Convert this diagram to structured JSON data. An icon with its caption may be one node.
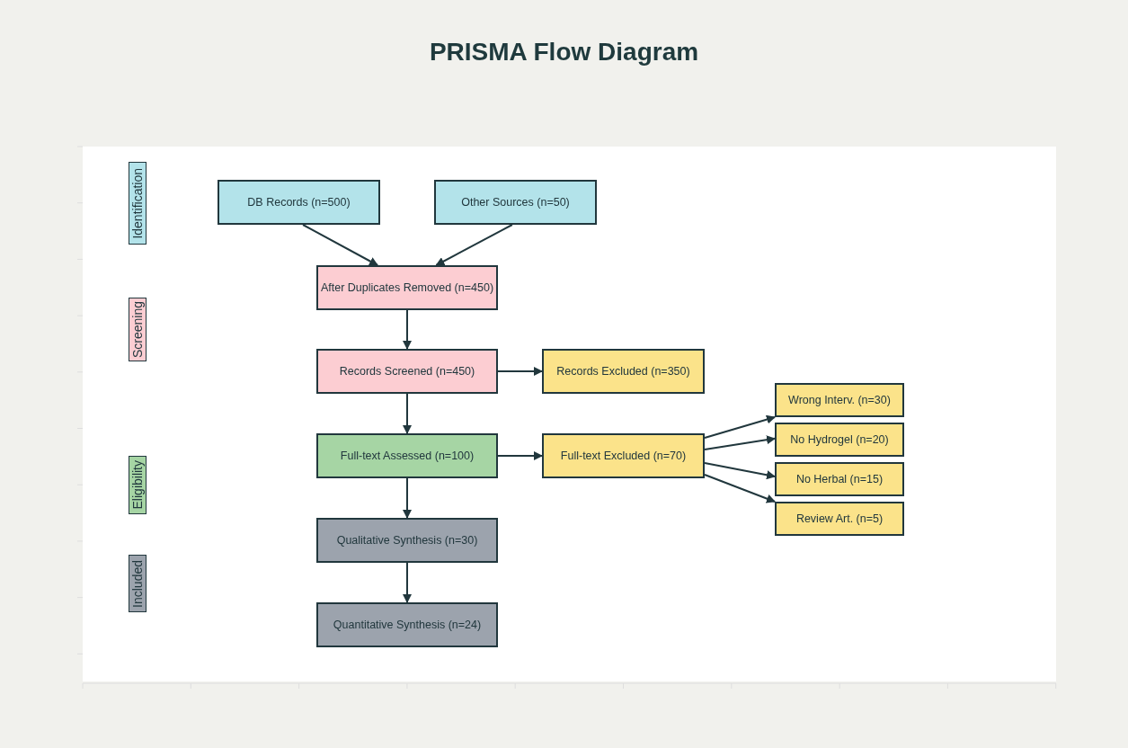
{
  "diagram": {
    "title": "PRISMA Flow Diagram",
    "nodes": [
      {
        "text": [
          "Identification"
        ]
      },
      {
        "text": [
          "DB Records (n=500)"
        ]
      },
      {
        "text": [
          "Other Sources (n=50)"
        ]
      },
      {
        "text": [
          "After Duplicates Removed (n=450)"
        ]
      },
      {
        "text": [
          "Screening"
        ]
      },
      {
        "text": [
          "Records Screened (n=450)"
        ]
      },
      {
        "text": [
          "Records Excluded (n=350)"
        ]
      },
      {
        "text": [
          "Wrong Interv. (n=30)"
        ]
      },
      {
        "text": [
          "Full-text Assessed (n=100)"
        ]
      },
      {
        "text": [
          "Full-text Excluded (n=70)"
        ]
      },
      {
        "text": [
          "No Hydrogel (n=20)"
        ]
      },
      {
        "text": [
          "Eligibility"
        ]
      },
      {
        "text": [
          "No Herbal (n=15)"
        ]
      },
      {
        "text": [
          "Review Art. (n=5)"
        ]
      },
      {
        "text": [
          "Qualitative Synthesis (n=30)"
        ]
      },
      {
        "text": [
          "Included"
        ]
      },
      {
        "text": [
          "Quantitative Synthesis (n=24)"
        ]
      }
    ],
    "edges": [
      {
        "from": 1,
        "to": 3,
        "arrow": "to"
      },
      {
        "from": 2,
        "to": 3,
        "arrow": "to"
      },
      {
        "from": 3,
        "to": 5,
        "arrow": "to"
      },
      {
        "from": 5,
        "to": 6,
        "arrow": "to"
      },
      {
        "from": 5,
        "to": 8,
        "arrow": "to"
      },
      {
        "from": 8,
        "to": 9,
        "arrow": "to"
      },
      {
        "from": 9,
        "to": 7,
        "arrow": "to"
      },
      {
        "from": 9,
        "to": 10,
        "arrow": "to"
      },
      {
        "from": 9,
        "to": 12,
        "arrow": "to"
      },
      {
        "from": 9,
        "to": 13,
        "arrow": "to"
      },
      {
        "from": 8,
        "to": 14,
        "arrow": "to"
      },
      {
        "from": 14,
        "to": 16,
        "arrow": "to"
      }
    ]
  }
}
